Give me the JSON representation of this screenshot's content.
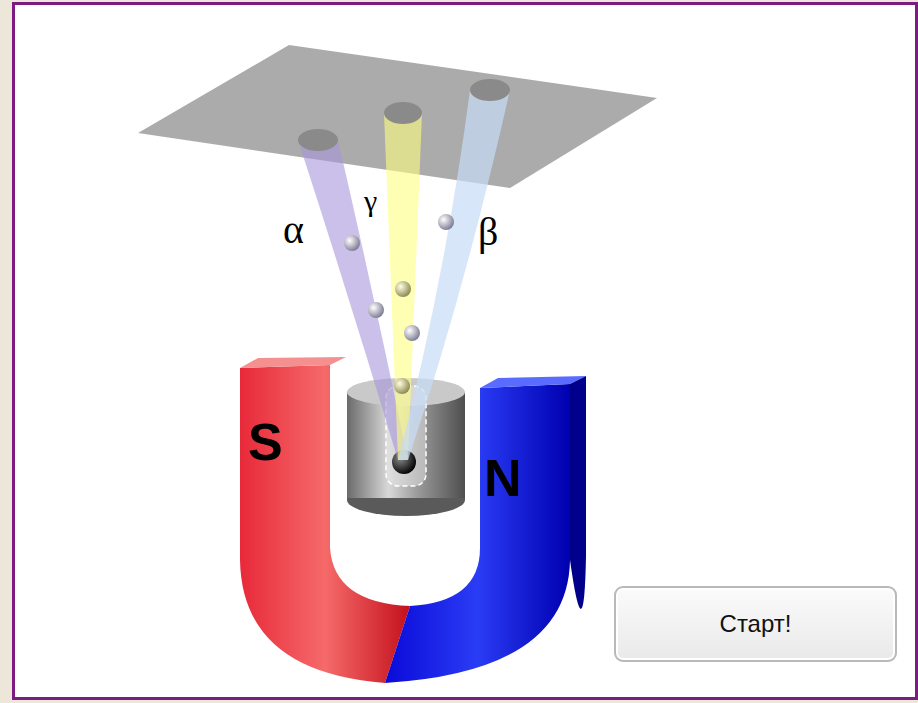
{
  "diagram": {
    "nodes": [
      {
        "text": [
          "Старт!"
        ]
      }
    ],
    "labels": [
      "α",
      "γ",
      "β",
      "S",
      "N"
    ]
  }
}
